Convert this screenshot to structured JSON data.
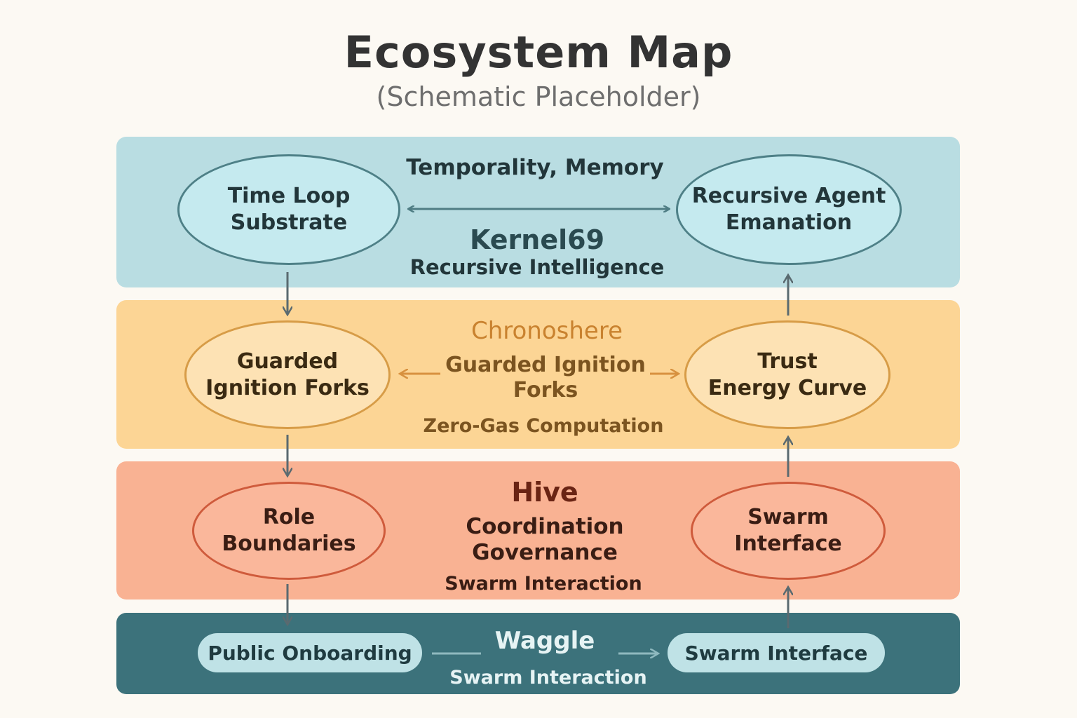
{
  "header": {
    "title": "Ecosystem Map",
    "subtitle": "(Schematic Placeholder)"
  },
  "kernel": {
    "top_label": "Temporality, Memory",
    "name": "Kernel69",
    "description": "Recursive Intelligence",
    "left_node": [
      "Time Loop",
      "Substrate"
    ],
    "right_node": [
      "Recursive Agent",
      "Emanation"
    ]
  },
  "chrono": {
    "name": "Chronoshere",
    "center_label": [
      "Guarded Ignition",
      "Forks"
    ],
    "bottom_label": "Zero-Gas Computation",
    "left_node": [
      "Guarded",
      "Ignition Forks"
    ],
    "right_node": [
      "Trust",
      "Energy Curve"
    ]
  },
  "hive": {
    "name": "Hive",
    "center_label": [
      "Coordination",
      "Governance"
    ],
    "bottom_label": "Swarm Interaction",
    "left_node": [
      "Role",
      "Boundaries"
    ],
    "right_node": [
      "Swarm",
      "Interface"
    ]
  },
  "waggle": {
    "name": "Waggle",
    "bottom_label": "Swarm Interaction",
    "left_pill": "Public Onboarding",
    "right_pill": "Swarm Interface"
  },
  "colors": {
    "background": "#fcf9f3",
    "kernel_band": "#b9dde2",
    "chrono_band": "#fcd595",
    "hive_band": "#f9b293",
    "waggle_band": "#3c727b",
    "title": "#333333"
  }
}
